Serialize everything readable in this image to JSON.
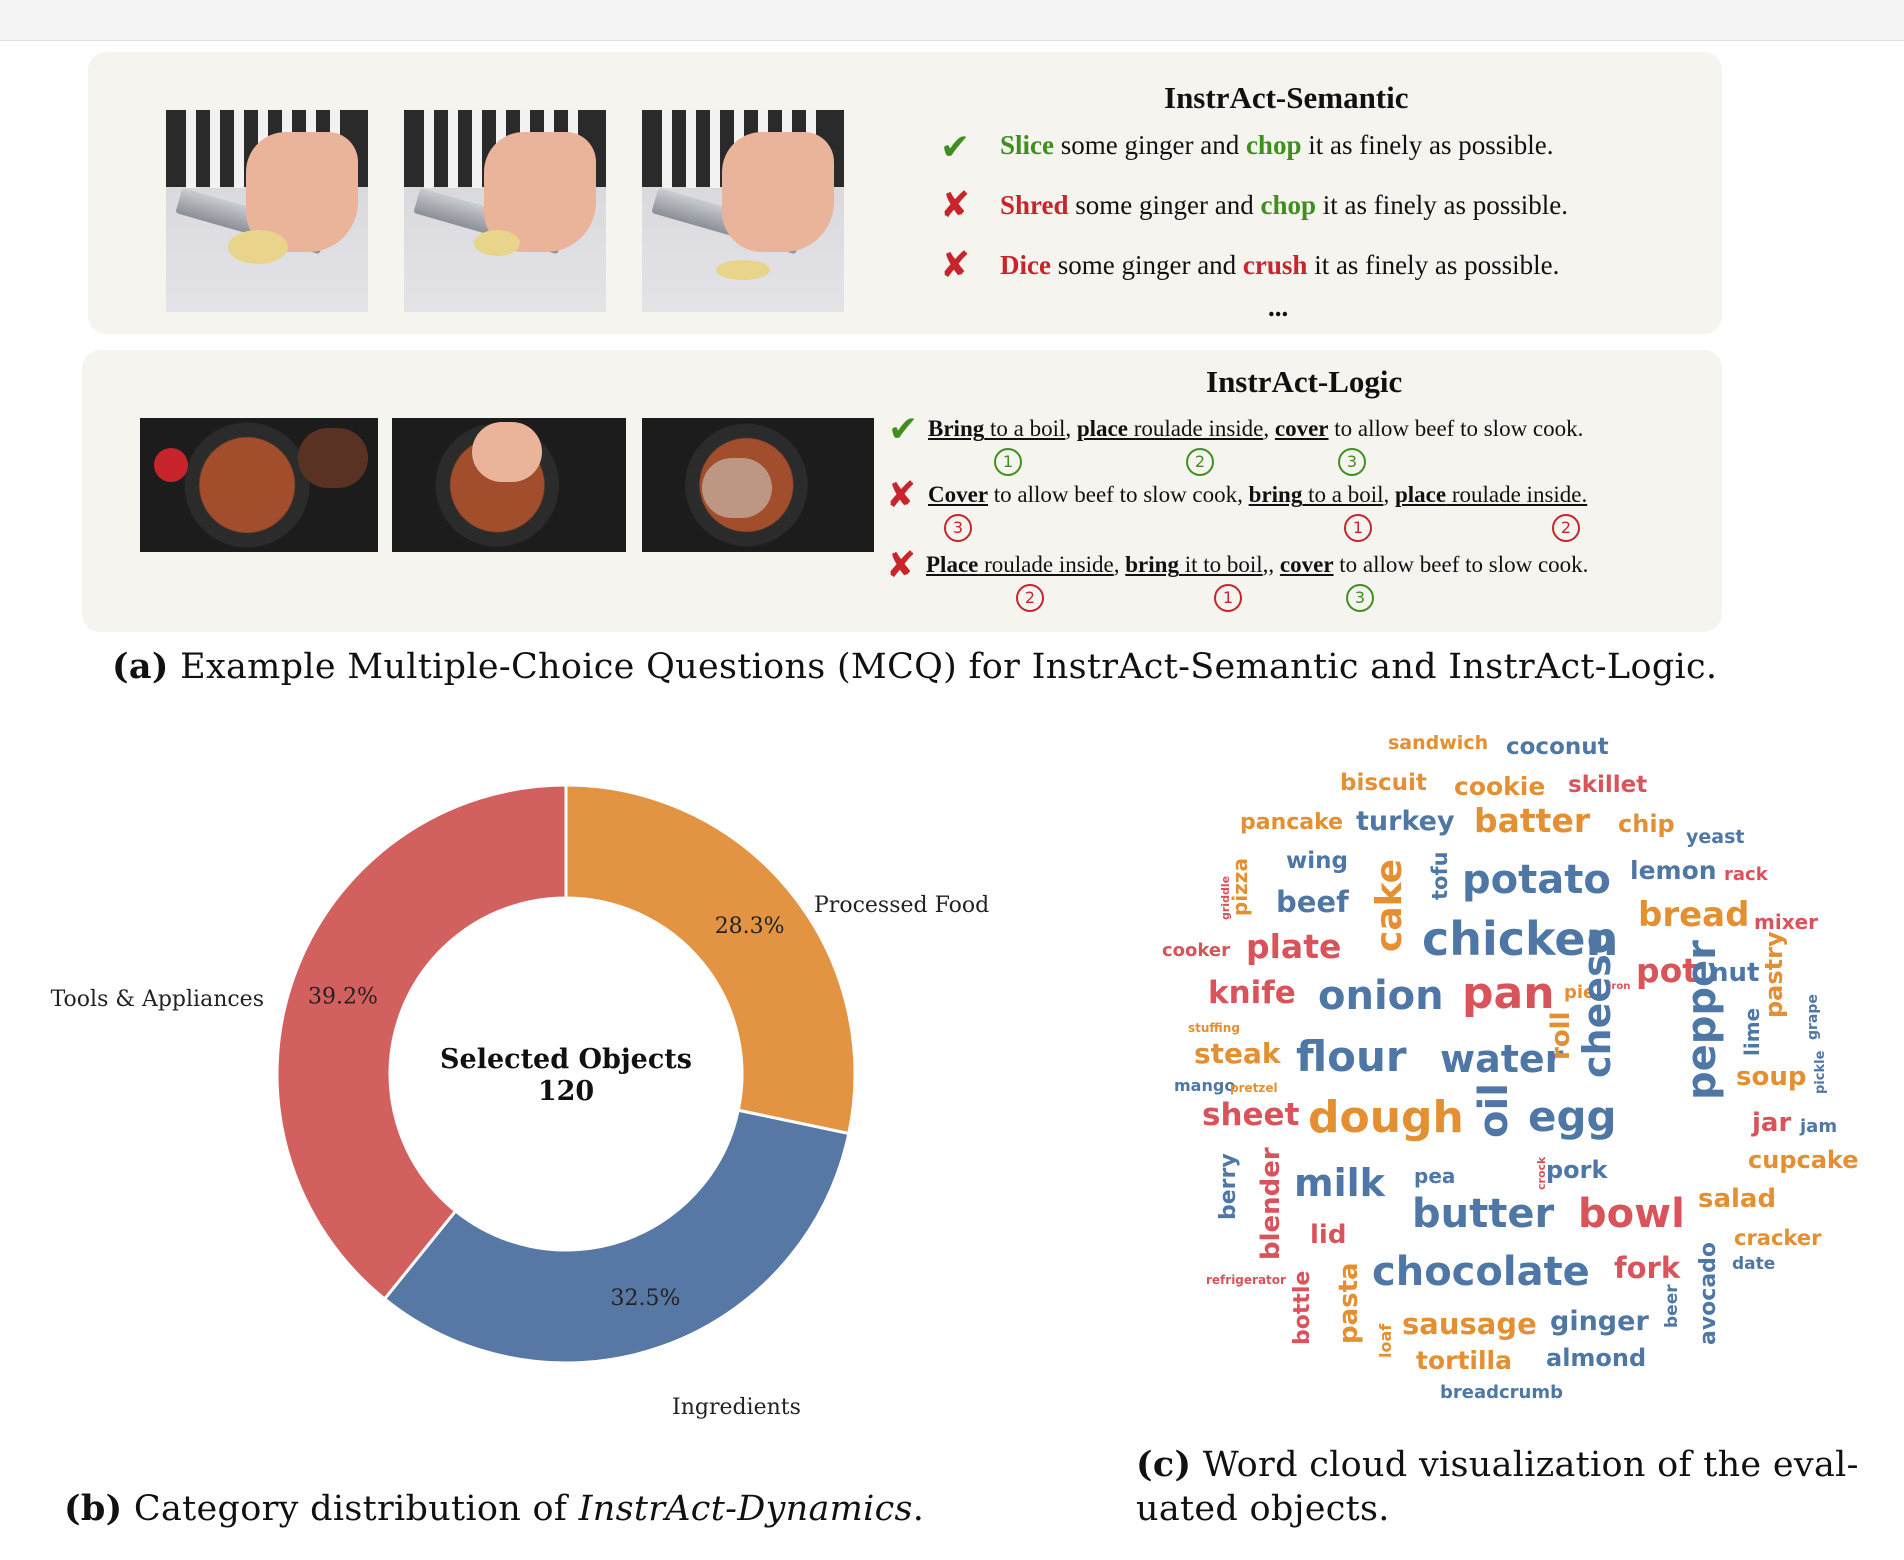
{
  "semantic": {
    "title": "InstrAct-Semantic",
    "options": [
      {
        "mark": "✔",
        "verb1": "Slice",
        "mid": " some ginger and ",
        "verb2": "chop",
        "tail": " it as finely as possible."
      },
      {
        "mark": "✘",
        "verb1": "Shred",
        "mid": " some ginger and ",
        "verb2": "chop",
        "tail": " it as finely as possible."
      },
      {
        "mark": "✘",
        "verb1": "Dice",
        "mid": " some ginger and ",
        "verb2": "crush",
        "tail": " it as finely as possible."
      }
    ],
    "ellipsis": "..."
  },
  "logic": {
    "title": "InstrAct-Logic",
    "options": [
      {
        "mark": "✔",
        "parts": [
          "Bring",
          " to a boil",
          ", ",
          "place",
          " roulade inside",
          ", ",
          "cover",
          " to allow beef to slow cook."
        ],
        "nums": [
          "1",
          "2",
          "3"
        ]
      },
      {
        "mark": "✘",
        "parts": [
          "Cover",
          " to allow beef to slow cook",
          ", ",
          "bring",
          " to a boil",
          ", ",
          "place",
          " roulade inside."
        ],
        "nums": [
          "3",
          "1",
          "2"
        ]
      },
      {
        "mark": "✘",
        "parts": [
          "Place",
          " roulade inside",
          ", ",
          "bring",
          " it to boil",
          ",, ",
          "cover",
          " to allow beef to slow cook."
        ],
        "nums": [
          "2",
          "1",
          "3"
        ]
      }
    ]
  },
  "captions": {
    "a_label": "(a)",
    "a_text": " Example Multiple-Choice Questions (MCQ) for InstrAct-Semantic and InstrAct-Logic.",
    "b_label": "(b)",
    "b_text1": " Category distribution of ",
    "b_text2": "InstrAct-Dynamics",
    "b_text3": ".",
    "c_label": "(c)",
    "c_line1": " Word cloud visualization of the eval-",
    "c_line2": "uated objects."
  },
  "chart_data": {
    "type": "pie",
    "variant": "donut",
    "center_title": "Selected Objects",
    "center_value": "120",
    "slices": [
      {
        "label": "Processed Food",
        "value": 28.3,
        "pct_text": "28.3%",
        "color": "#e39442"
      },
      {
        "label": "Ingredients",
        "value": 32.5,
        "pct_text": "32.5%",
        "color": "#5778a4"
      },
      {
        "label": "Tools & Appliances",
        "value": 39.2,
        "pct_text": "39.2%",
        "color": "#d1605e"
      }
    ]
  },
  "word_cloud": {
    "colors": {
      "blue": "#4f77a6",
      "orange": "#e48f32",
      "red": "#d9545a"
    },
    "words": [
      {
        "t": "sandwich",
        "c": "orange",
        "s": 19
      },
      {
        "t": "coconut",
        "c": "blue",
        "s": 23
      },
      {
        "t": "biscuit",
        "c": "orange",
        "s": 23
      },
      {
        "t": "cookie",
        "c": "orange",
        "s": 25
      },
      {
        "t": "skillet",
        "c": "red",
        "s": 23
      },
      {
        "t": "pancake",
        "c": "orange",
        "s": 22
      },
      {
        "t": "turkey",
        "c": "blue",
        "s": 27
      },
      {
        "t": "batter",
        "c": "orange",
        "s": 33
      },
      {
        "t": "chip",
        "c": "orange",
        "s": 24
      },
      {
        "t": "yeast",
        "c": "blue",
        "s": 19
      },
      {
        "t": "wing",
        "c": "blue",
        "s": 23
      },
      {
        "t": "pizza",
        "c": "orange",
        "s": 20
      },
      {
        "t": "cake",
        "c": "orange",
        "s": 36
      },
      {
        "t": "tofu",
        "c": "blue",
        "s": 21
      },
      {
        "t": "potato",
        "c": "blue",
        "s": 40
      },
      {
        "t": "lemon",
        "c": "blue",
        "s": 25
      },
      {
        "t": "rack",
        "c": "red",
        "s": 18
      },
      {
        "t": "griddle",
        "c": "red",
        "s": 11
      },
      {
        "t": "beef",
        "c": "blue",
        "s": 29
      },
      {
        "t": "bread",
        "c": "orange",
        "s": 34
      },
      {
        "t": "mixer",
        "c": "red",
        "s": 20
      },
      {
        "t": "cooker",
        "c": "red",
        "s": 18
      },
      {
        "t": "plate",
        "c": "red",
        "s": 33
      },
      {
        "t": "chicken",
        "c": "blue",
        "s": 46
      },
      {
        "t": "pot",
        "c": "red",
        "s": 33
      },
      {
        "t": "nut",
        "c": "blue",
        "s": 26
      },
      {
        "t": "pastry",
        "c": "orange",
        "s": 24
      },
      {
        "t": "knife",
        "c": "red",
        "s": 31
      },
      {
        "t": "onion",
        "c": "blue",
        "s": 40
      },
      {
        "t": "pan",
        "c": "red",
        "s": 44
      },
      {
        "t": "pie",
        "c": "orange",
        "s": 18
      },
      {
        "t": "iron",
        "c": "red",
        "s": 10
      },
      {
        "t": "lime",
        "c": "blue",
        "s": 20
      },
      {
        "t": "grape",
        "c": "blue",
        "s": 14
      },
      {
        "t": "stuffing",
        "c": "orange",
        "s": 12
      },
      {
        "t": "cheese",
        "c": "blue",
        "s": 38
      },
      {
        "t": "pepper",
        "c": "blue",
        "s": 40
      },
      {
        "t": "steak",
        "c": "orange",
        "s": 28
      },
      {
        "t": "flour",
        "c": "blue",
        "s": 42
      },
      {
        "t": "water",
        "c": "blue",
        "s": 38
      },
      {
        "t": "roll",
        "c": "orange",
        "s": 26
      },
      {
        "t": "soup",
        "c": "orange",
        "s": 26
      },
      {
        "t": "pickle",
        "c": "blue",
        "s": 13
      },
      {
        "t": "mango",
        "c": "blue",
        "s": 16
      },
      {
        "t": "pretzel",
        "c": "orange",
        "s": 12
      },
      {
        "t": "sheet",
        "c": "red",
        "s": 31
      },
      {
        "t": "dough",
        "c": "orange",
        "s": 44
      },
      {
        "t": "oil",
        "c": "blue",
        "s": 40
      },
      {
        "t": "egg",
        "c": "blue",
        "s": 42
      },
      {
        "t": "jar",
        "c": "red",
        "s": 26
      },
      {
        "t": "jam",
        "c": "blue",
        "s": 18
      },
      {
        "t": "cupcake",
        "c": "orange",
        "s": 24
      },
      {
        "t": "berry",
        "c": "blue",
        "s": 22
      },
      {
        "t": "blender",
        "c": "red",
        "s": 26
      },
      {
        "t": "milk",
        "c": "blue",
        "s": 38
      },
      {
        "t": "pea",
        "c": "blue",
        "s": 20
      },
      {
        "t": "crock",
        "c": "red",
        "s": 11
      },
      {
        "t": "pork",
        "c": "blue",
        "s": 24
      },
      {
        "t": "salad",
        "c": "orange",
        "s": 26
      },
      {
        "t": "butter",
        "c": "blue",
        "s": 40
      },
      {
        "t": "bowl",
        "c": "red",
        "s": 40
      },
      {
        "t": "lid",
        "c": "red",
        "s": 26
      },
      {
        "t": "cracker",
        "c": "orange",
        "s": 21
      },
      {
        "t": "refrigerator",
        "c": "red",
        "s": 12
      },
      {
        "t": "date",
        "c": "blue",
        "s": 17
      },
      {
        "t": "chocolate",
        "c": "blue",
        "s": 40
      },
      {
        "t": "fork",
        "c": "red",
        "s": 29
      },
      {
        "t": "avocado",
        "c": "blue",
        "s": 22
      },
      {
        "t": "bottle",
        "c": "red",
        "s": 22
      },
      {
        "t": "pasta",
        "c": "orange",
        "s": 26
      },
      {
        "t": "loaf",
        "c": "orange",
        "s": 16
      },
      {
        "t": "sausage",
        "c": "orange",
        "s": 29
      },
      {
        "t": "ginger",
        "c": "blue",
        "s": 27
      },
      {
        "t": "beer",
        "c": "blue",
        "s": 17
      },
      {
        "t": "tortilla",
        "c": "orange",
        "s": 25
      },
      {
        "t": "almond",
        "c": "blue",
        "s": 24
      },
      {
        "t": "breadcrumb",
        "c": "blue",
        "s": 18
      }
    ]
  }
}
